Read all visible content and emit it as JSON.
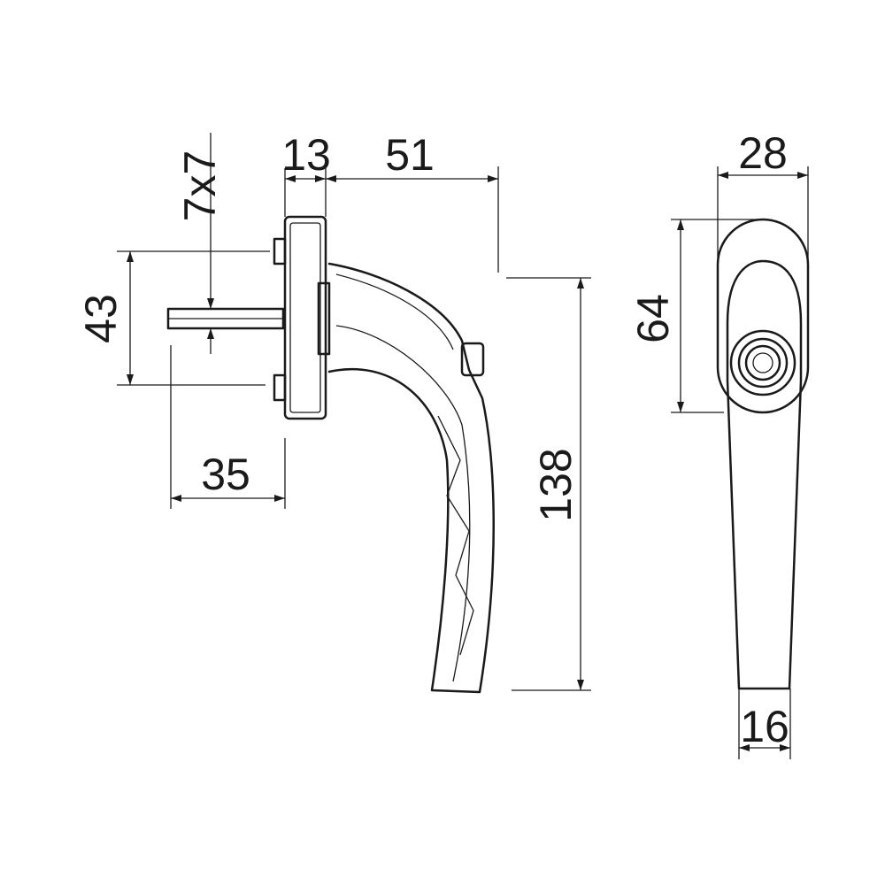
{
  "colors": {
    "ink": "#1a1a1a",
    "background": "#ffffff"
  },
  "dimensions": {
    "spindle_size": "7x7",
    "rosette_thickness": "13",
    "handle_reach": "51",
    "fixing_spacing": "43",
    "spindle_length": "35",
    "handle_length": "138",
    "rosette_width": "28",
    "rosette_height": "64",
    "grip_width": "16"
  }
}
